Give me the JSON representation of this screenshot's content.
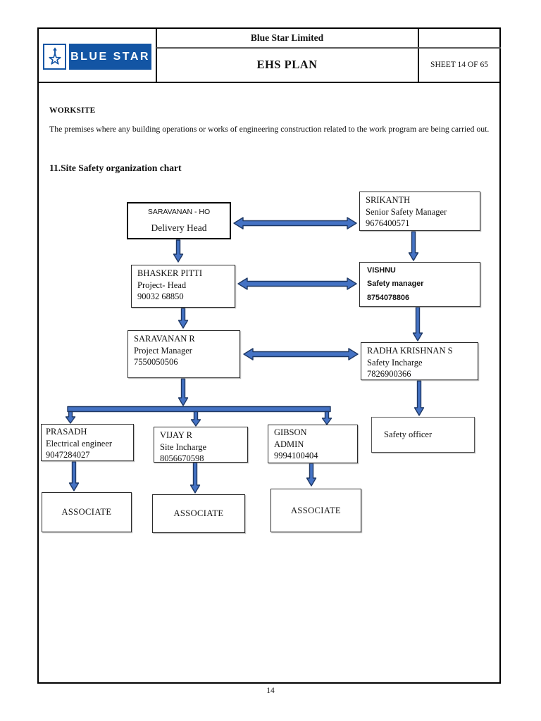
{
  "header": {
    "company": "Blue Star Limited",
    "doc_title": "EHS PLAN",
    "sheet": "SHEET 14 OF 65",
    "logo_text": "BLUE STAR"
  },
  "body": {
    "worksite_heading": "WORKSITE",
    "worksite_text": "The premises where any building operations or works of engineering construction related to the work program are being carried out.",
    "section_heading": "11.Site Safety organization chart"
  },
  "org_chart": {
    "nodes": {
      "saravanan_ho": {
        "line1": "SARAVANAN - HO",
        "line2": "Delivery Head"
      },
      "srikanth": {
        "line1": "SRIKANTH",
        "line2": "Senior Safety Manager",
        "line3": "9676400571"
      },
      "bhasker": {
        "line1": "BHASKER PITTI",
        "line2": "Project- Head",
        "line3": "90032 68850"
      },
      "vishnu": {
        "line1": "VISHNU",
        "line2": "Safety manager",
        "line3": "8754078806"
      },
      "saravanan_r": {
        "line1": "SARAVANAN R",
        "line2": "Project Manager",
        "line3": "7550050506"
      },
      "radha": {
        "line1": "RADHA KRISHNAN S",
        "line2": "Safety Incharge",
        "line3": "7826900366"
      },
      "prasadh": {
        "line1": "PRASADH",
        "line2": "Electrical engineer",
        "line3": "9047284027"
      },
      "vijay": {
        "line1": "VIJAY R",
        "line2": "Site Incharge",
        "line3": "8056670598"
      },
      "gibson": {
        "line1": "GIBSON",
        "line2": "ADMIN",
        "line3": "9994100404"
      },
      "safety_officer": {
        "line1": "Safety officer"
      },
      "associate1": {
        "label": "ASSOCIATE"
      },
      "associate2": {
        "label": "ASSOCIATE"
      },
      "associate3": {
        "label": "ASSOCIATE"
      }
    }
  },
  "footer": {
    "page_number": "14"
  },
  "colors": {
    "logo_blue": "#1355a4",
    "arrow_fill": "#4472c4",
    "arrow_stroke": "#1f3864"
  }
}
